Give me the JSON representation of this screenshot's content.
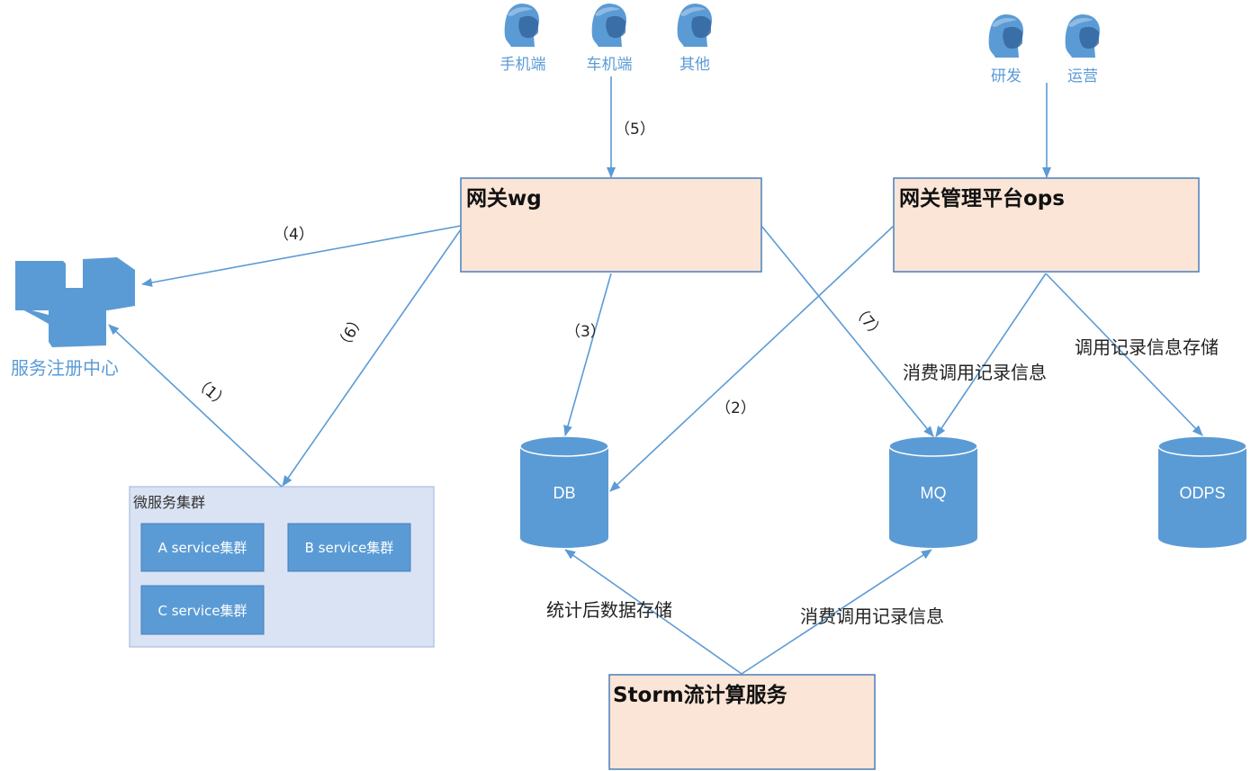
{
  "users_top": [
    "手机端",
    "车机端",
    "其他"
  ],
  "users_right": [
    "研发",
    "运营"
  ],
  "gateway": {
    "title": "网关wg"
  },
  "ops": {
    "title": "网关管理平台ops"
  },
  "storm": {
    "title": "Storm流计算服务"
  },
  "registry": {
    "label": "服务注册中心"
  },
  "cluster": {
    "title": "微服务集群",
    "services": [
      "A service集群",
      "B service集群",
      "C service集群"
    ]
  },
  "stores": {
    "db": "DB",
    "mq": "MQ",
    "odps": "ODPS"
  },
  "edge_labels": {
    "e1": "（1）",
    "e2": "（2）",
    "e3": "（3）",
    "e4": "（4）",
    "e5": "（5）",
    "e6": "（6）",
    "e7": "（7）",
    "ops_to_mq": "消费调用记录信息",
    "ops_to_odps": "调用记录信息存储",
    "storm_to_db": "统计后数据存储",
    "storm_to_mq": "消费调用记录信息"
  },
  "colors": {
    "line": "#5b9bd5",
    "fill_blue": "#5b9bd5",
    "box_fill": "#fbe5d6",
    "box_stroke": "#4a7ebb",
    "cluster_fill": "#dae3f3"
  },
  "icons": {
    "user": "user-head-icon",
    "registry": "registry-blocks-icon"
  }
}
